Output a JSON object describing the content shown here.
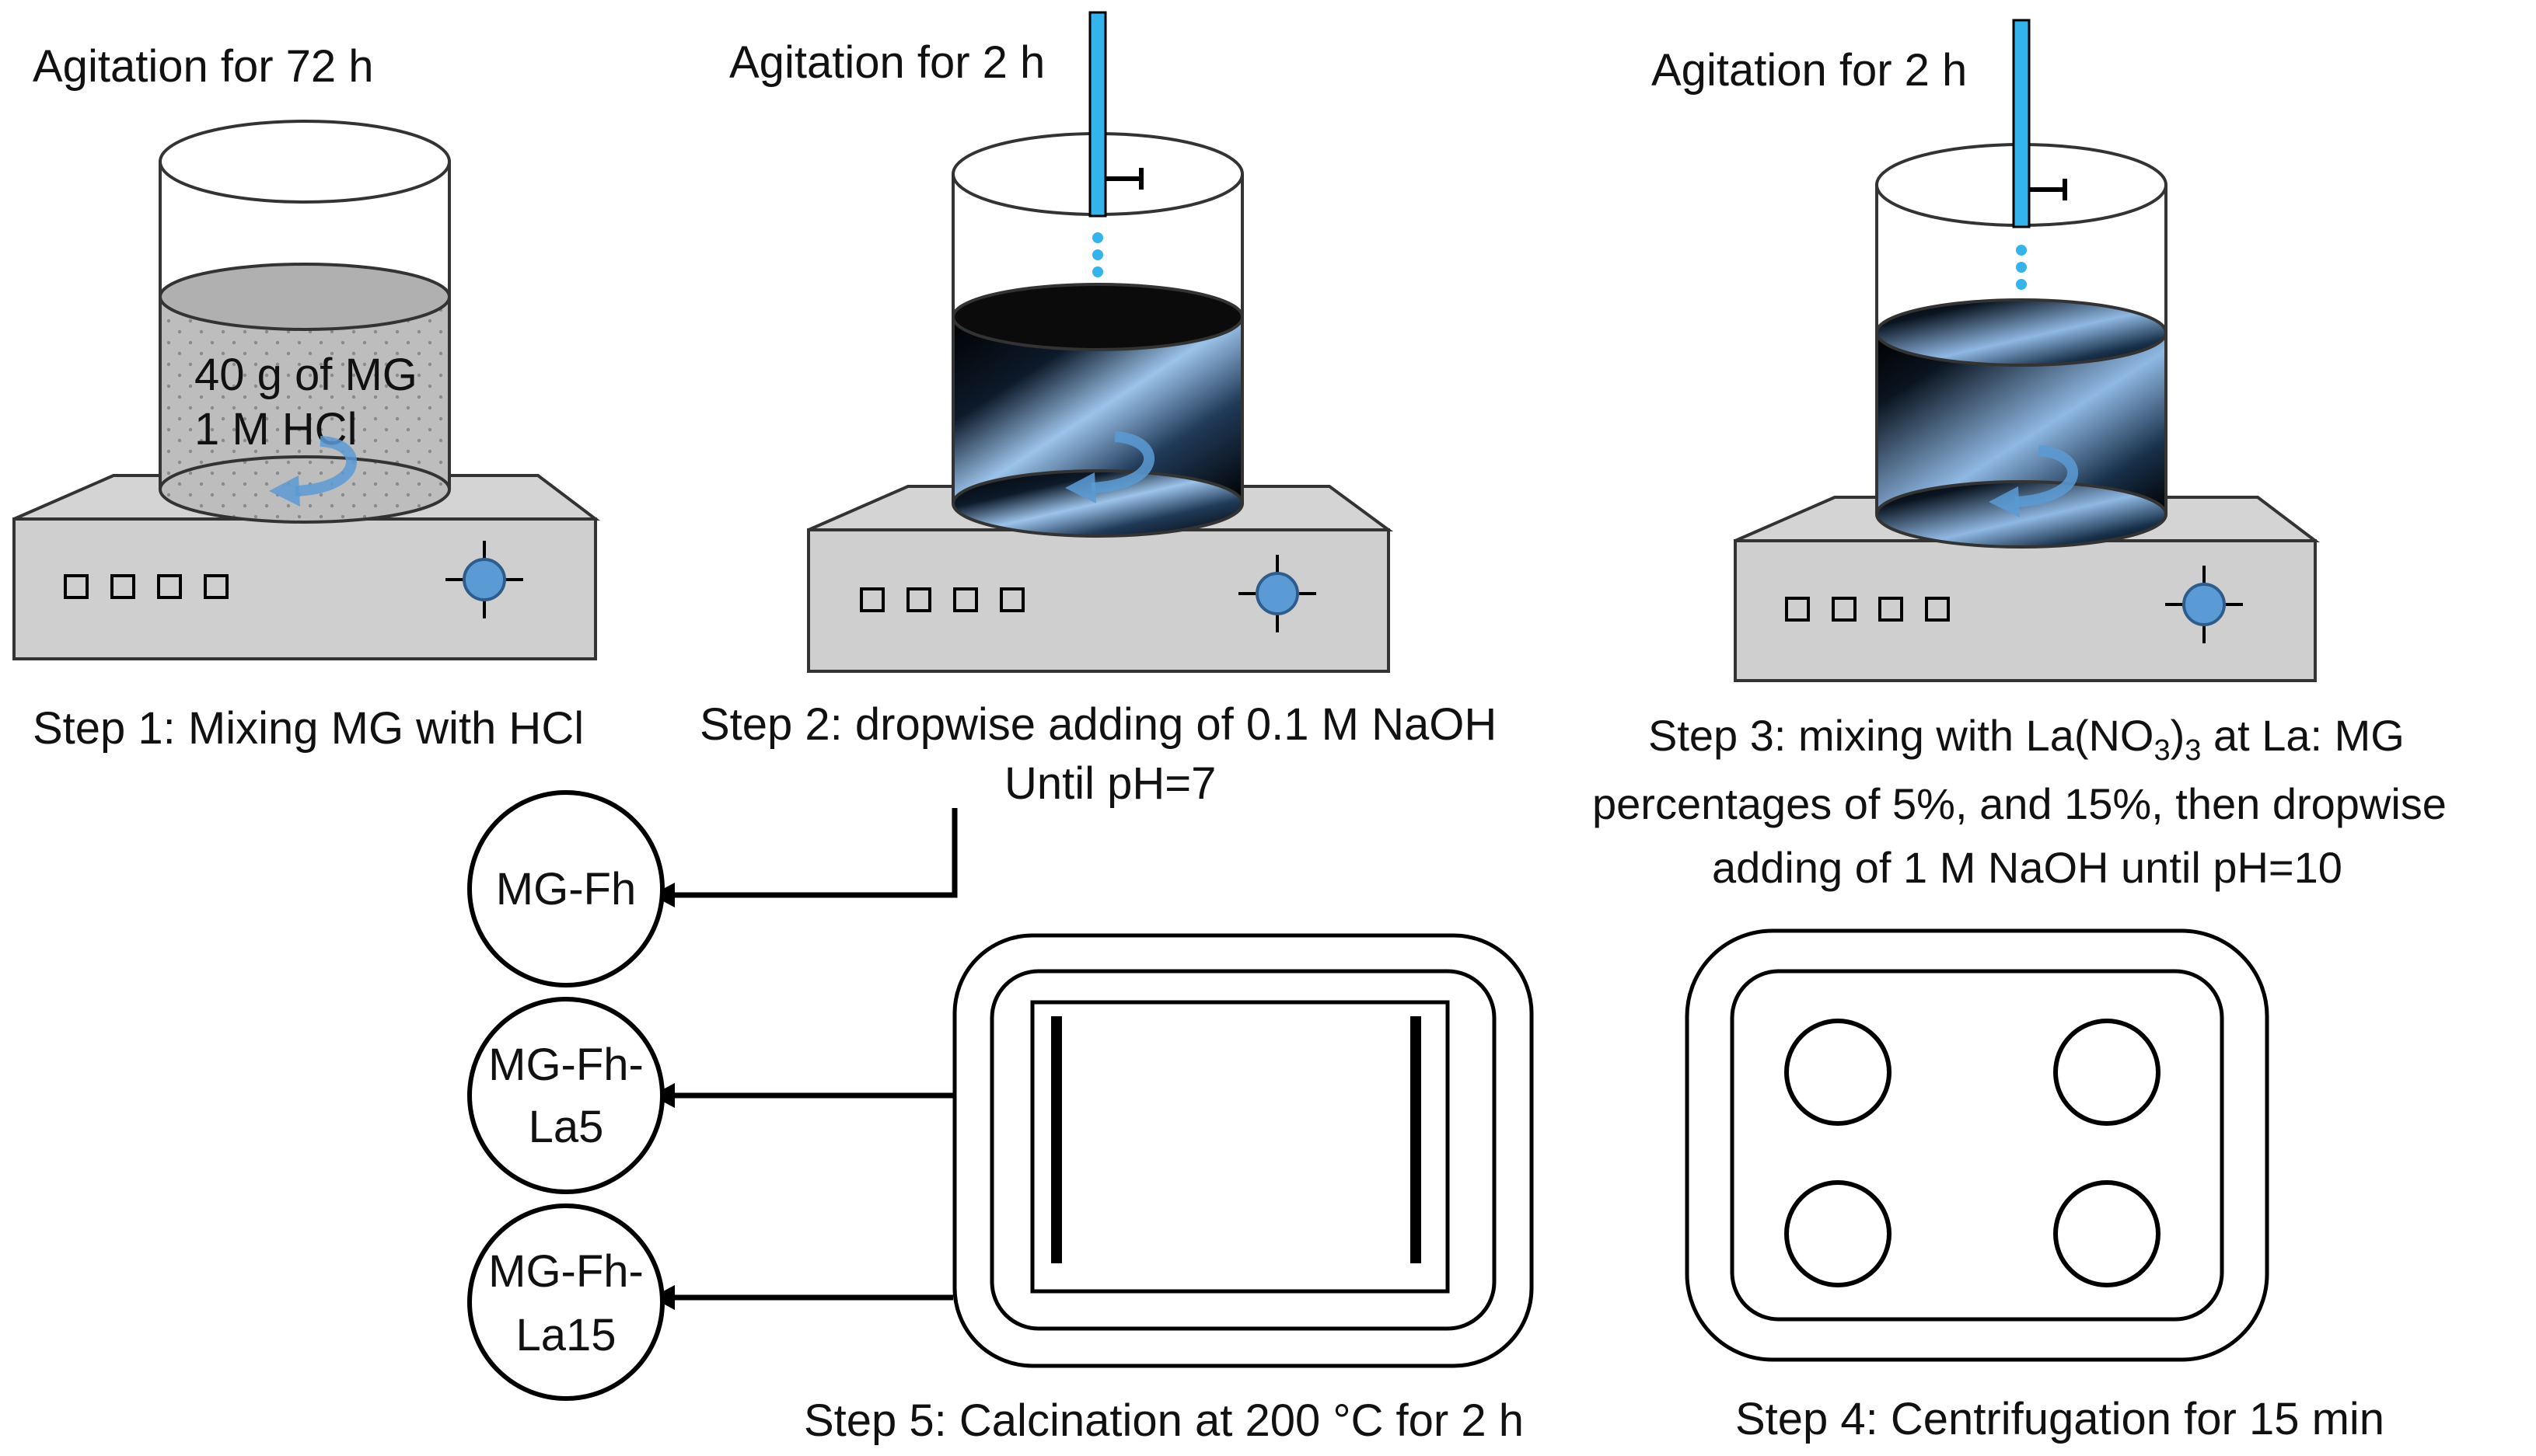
{
  "colors": {
    "liquid_accent": "#5b9bd5",
    "pipette": "#33b4ec",
    "plate_gray": "#cfcfcf",
    "knob": "#5b9bd5",
    "line": "#000000"
  },
  "step1": {
    "agitation": "Agitation for 72 h",
    "content_line1": "40 g of MG",
    "content_line2": "1 M HCl",
    "caption": "Step 1: Mixing MG with HCl"
  },
  "step2": {
    "agitation": "Agitation for 2 h",
    "caption_line1": "Step 2: dropwise adding of 0.1 M NaOH",
    "caption_line2": "Until pH=7"
  },
  "step3": {
    "agitation": "Agitation for 2 h",
    "caption_line1_pre": "Step 3: mixing with La(NO",
    "caption_line1_sub": "3",
    "caption_line1_post": ")",
    "caption_line1_sub2": "3",
    "caption_line1_end": " at La: MG",
    "caption_line2": "percentages of 5%, and 15%, then dropwise",
    "caption_line3": "adding of 1 M NaOH until pH=10"
  },
  "step4": {
    "caption": "Step 4: Centrifugation for 15 min"
  },
  "step5": {
    "caption": "Step 5: Calcination at 200 °C for 2 h"
  },
  "products": [
    {
      "line1": "MG-Fh",
      "line2": ""
    },
    {
      "line1": "MG-Fh-",
      "line2": "La5"
    },
    {
      "line1": "MG-Fh-",
      "line2": "La15"
    }
  ],
  "icons": [
    "beaker-icon",
    "stirrer-plate-icon",
    "stir-arrow-icon",
    "pipette-icon",
    "drop-icon",
    "knob-icon",
    "centrifuge-icon",
    "furnace-icon",
    "arrow-icon"
  ]
}
